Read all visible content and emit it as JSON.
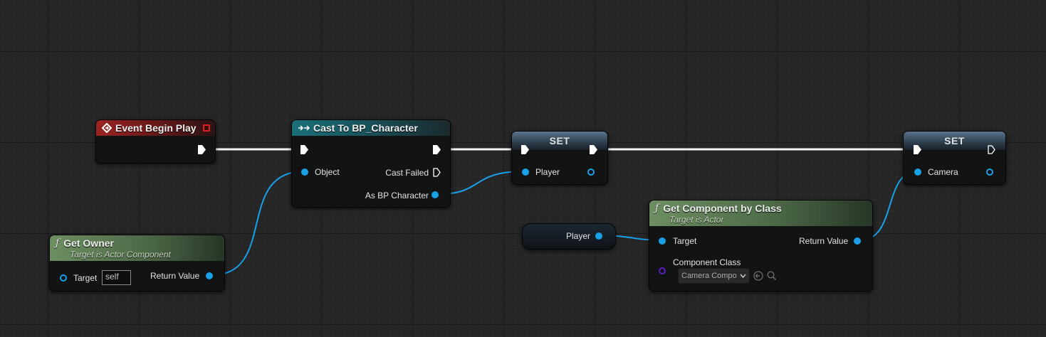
{
  "nodes": {
    "event_begin_play": {
      "title": "Event Begin Play",
      "color": "#9c2424"
    },
    "cast": {
      "title": "Cast To BP_Character",
      "object_label": "Object",
      "cast_failed_label": "Cast Failed",
      "as_label": "As BP Character"
    },
    "set_player": {
      "title": "SET",
      "player_label": "Player"
    },
    "set_camera": {
      "title": "SET",
      "camera_label": "Camera"
    },
    "get_owner": {
      "title": "Get Owner",
      "subtitle": "Target is Actor Component",
      "target_label": "Target",
      "target_value": "self",
      "return_label": "Return Value"
    },
    "player_var": {
      "label": "Player"
    },
    "get_component": {
      "title": "Get Component by Class",
      "subtitle": "Target is Actor",
      "target_label": "Target",
      "return_label": "Return Value",
      "class_label": "Component Class",
      "class_value": "Camera Compo"
    }
  },
  "icons": {
    "event": "event-diamond-icon",
    "cast": "cast-arrows-icon",
    "function": "function-f-icon",
    "exec": "exec-arrow-icon",
    "stop": "red-square-icon",
    "browse": "browse-arrow-icon",
    "search": "search-icon",
    "dropdown": "chevron-down-icon"
  },
  "colors": {
    "exec_wire": "#ffffff",
    "object_wire": "#18a0e8",
    "class_pin": "#5a1ec8",
    "grid_bg": "#262626"
  }
}
